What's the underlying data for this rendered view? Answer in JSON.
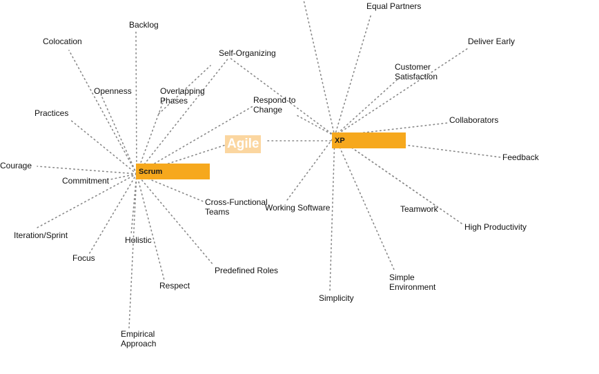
{
  "center": {
    "label": "Agile"
  },
  "hubs": {
    "scrum": {
      "label": "Scrum"
    },
    "xp": {
      "label": "XP"
    }
  },
  "scrum_terms": [
    "Backlog",
    "Colocation",
    "Openness",
    "Overlapping\nPhases",
    "Self-Organizing",
    "Practices",
    "Courage",
    "Commitment",
    "Iteration/Sprint",
    "Focus",
    "Holistic",
    "Respect",
    "Empirical\nApproach",
    "Predefined Roles",
    "Cross-Functional\nTeams",
    "Respond to\nChange"
  ],
  "xp_terms": [
    "Equal Partners",
    "Deliver Early",
    "Customer\nSatisfaction",
    "Collaborators",
    "Feedback",
    "High Productivity",
    "Teamwork",
    "Simple\nEnvironment",
    "Simplicity",
    "Working Software"
  ],
  "colors": {
    "hub": "#f6a81d",
    "center": "#fbd6a0",
    "edge": "#888888"
  }
}
